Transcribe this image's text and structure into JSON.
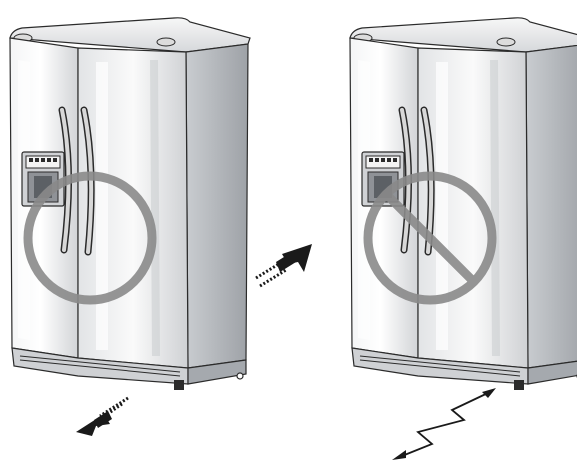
{
  "diagram": {
    "panels": [
      {
        "id": "correct",
        "symbol": "circle-ok",
        "description_icon": "refrigerator-icon"
      },
      {
        "id": "incorrect",
        "symbol": "prohibited",
        "description_icon": "refrigerator-icon"
      }
    ],
    "colors": {
      "fridge_body": "#e9eaec",
      "fridge_shadow": "#b9bcc0",
      "fridge_outline": "#2b2b2b",
      "symbol": "#8a8a8a",
      "arrow": "#1a1a1a"
    }
  }
}
